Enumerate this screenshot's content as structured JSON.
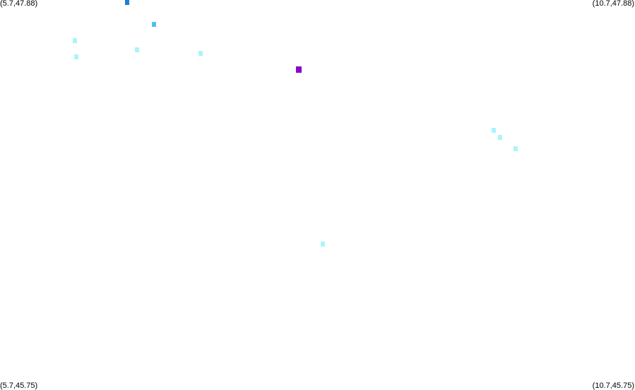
{
  "map": {
    "bounds": {
      "lon_min": 5.7,
      "lon_max": 10.7,
      "lat_min": 45.75,
      "lat_max": 47.88
    },
    "corners": {
      "top_left": "(5.7,47.88)",
      "top_right": "(10.7,47.88)",
      "bottom_left": "(5.7,45.75)",
      "bottom_right": "(10.7,45.75)"
    },
    "background_color": "#ffffff",
    "palette": {
      "cyan": "#aaf4fa",
      "light_blue": "#8ee8f5",
      "sky_blue": "#55bdf0",
      "blue": "#1f7fd1",
      "purple": "#8a06c8"
    },
    "points": [
      {
        "lon": 6.7,
        "lat": 47.88,
        "color": "#1f7fd1"
      },
      {
        "lon": 6.91,
        "lat": 47.75,
        "color": "#55bdf0"
      },
      {
        "lon": 6.29,
        "lat": 47.66,
        "color": "#aaf4fa"
      },
      {
        "lon": 6.78,
        "lat": 47.61,
        "color": "#aaf4fa"
      },
      {
        "lon": 6.3,
        "lat": 47.57,
        "color": "#aaf4fa"
      },
      {
        "lon": 7.28,
        "lat": 47.59,
        "color": "#aaf4fa"
      },
      {
        "lon": 8.05,
        "lat": 47.5,
        "color": "#8a06c8"
      },
      {
        "lon": 9.59,
        "lat": 47.17,
        "color": "#aaf4fa"
      },
      {
        "lon": 9.64,
        "lat": 47.13,
        "color": "#aaf4fa"
      },
      {
        "lon": 8.24,
        "lat": 46.55,
        "color": "#aaf4fa"
      },
      {
        "lon": 9.76,
        "lat": 47.07,
        "color": "#aaf4fa"
      }
    ]
  }
}
